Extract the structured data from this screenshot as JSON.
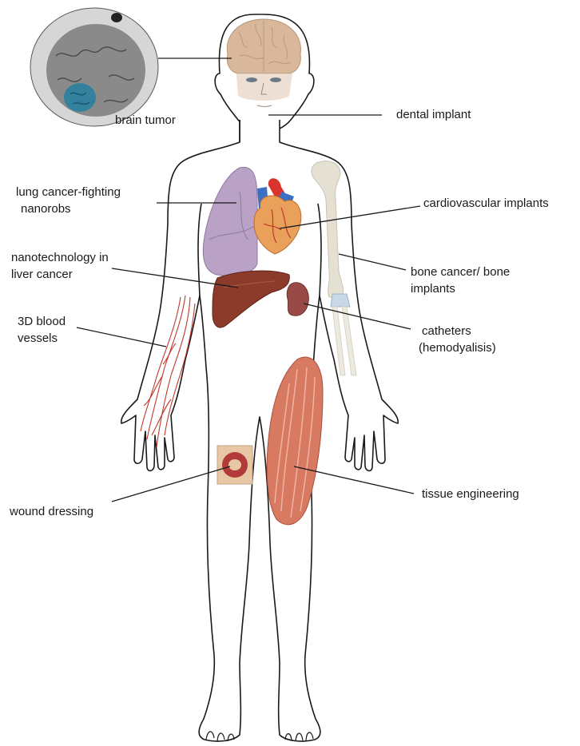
{
  "labels": {
    "brain_tumor": "brain tumor",
    "dental_implant": "dental implant",
    "lung_line1": "lung cancer-fighting",
    "lung_line2": "nanorobs",
    "cardio": "cardiovascular implants",
    "liver_line1": "nanotechnology in",
    "liver_line2": "liver cancer",
    "bone_line1": "bone cancer/ bone",
    "bone_line2": "implants",
    "vessels_line1": "3D blood",
    "vessels_line2": "vessels",
    "catheter_line1": "catheters",
    "catheter_line2": "(hemodyalisis)",
    "wound": "wound dressing",
    "tissue": "tissue engineering"
  },
  "colors": {
    "body_outline": "#1a1a1a",
    "brain": "#d9b79a",
    "lung": "#b9a2c6",
    "heart": "#e8a05a",
    "heart_vessels_blue": "#3a6fc4",
    "heart_vessels_red": "#d8342c",
    "liver": "#8c3b2a",
    "kidney": "#9a4a46",
    "bone": "#e4e0d2",
    "blood_vessels": "#c0392b",
    "muscle": "#d87a62",
    "wound": "#b23a3a",
    "tumor": "#2a7fa0",
    "scan": "#8a8a8a"
  }
}
